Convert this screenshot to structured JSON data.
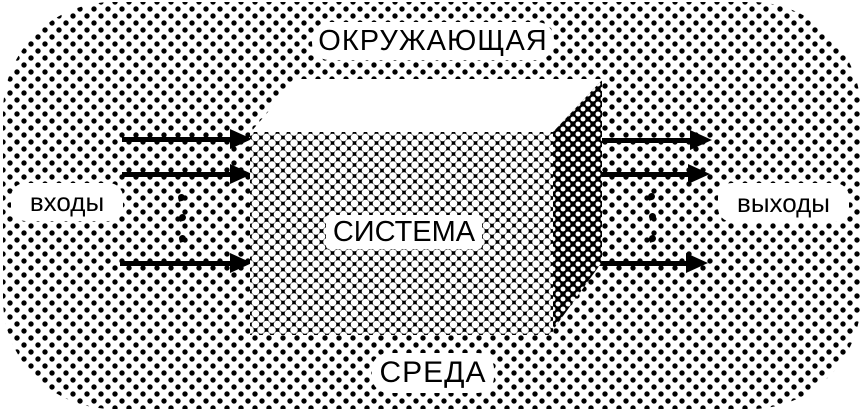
{
  "diagram": {
    "type": "system-environment-block-diagram",
    "labels": {
      "environment_top": "ОКРУЖАЮЩАЯ",
      "environment_bottom": "СРЕДА",
      "system": "СИСТЕМА",
      "inputs": "входы",
      "outputs": "выходы"
    },
    "arrows": {
      "input_count": 3,
      "output_count": 3,
      "input_ellipsis_dots": 3,
      "output_ellipsis_dots": 3,
      "direction": "left-to-right"
    },
    "colors": {
      "ink": "#000000",
      "paper": "#ffffff"
    },
    "style_notes": {
      "environment_fill": "halftone black dots on white, large rounded shape",
      "box_front_fill": "halftone white dots on black",
      "box_right_fill": "darker halftone white dots on black",
      "box_top_fill": "white"
    }
  }
}
